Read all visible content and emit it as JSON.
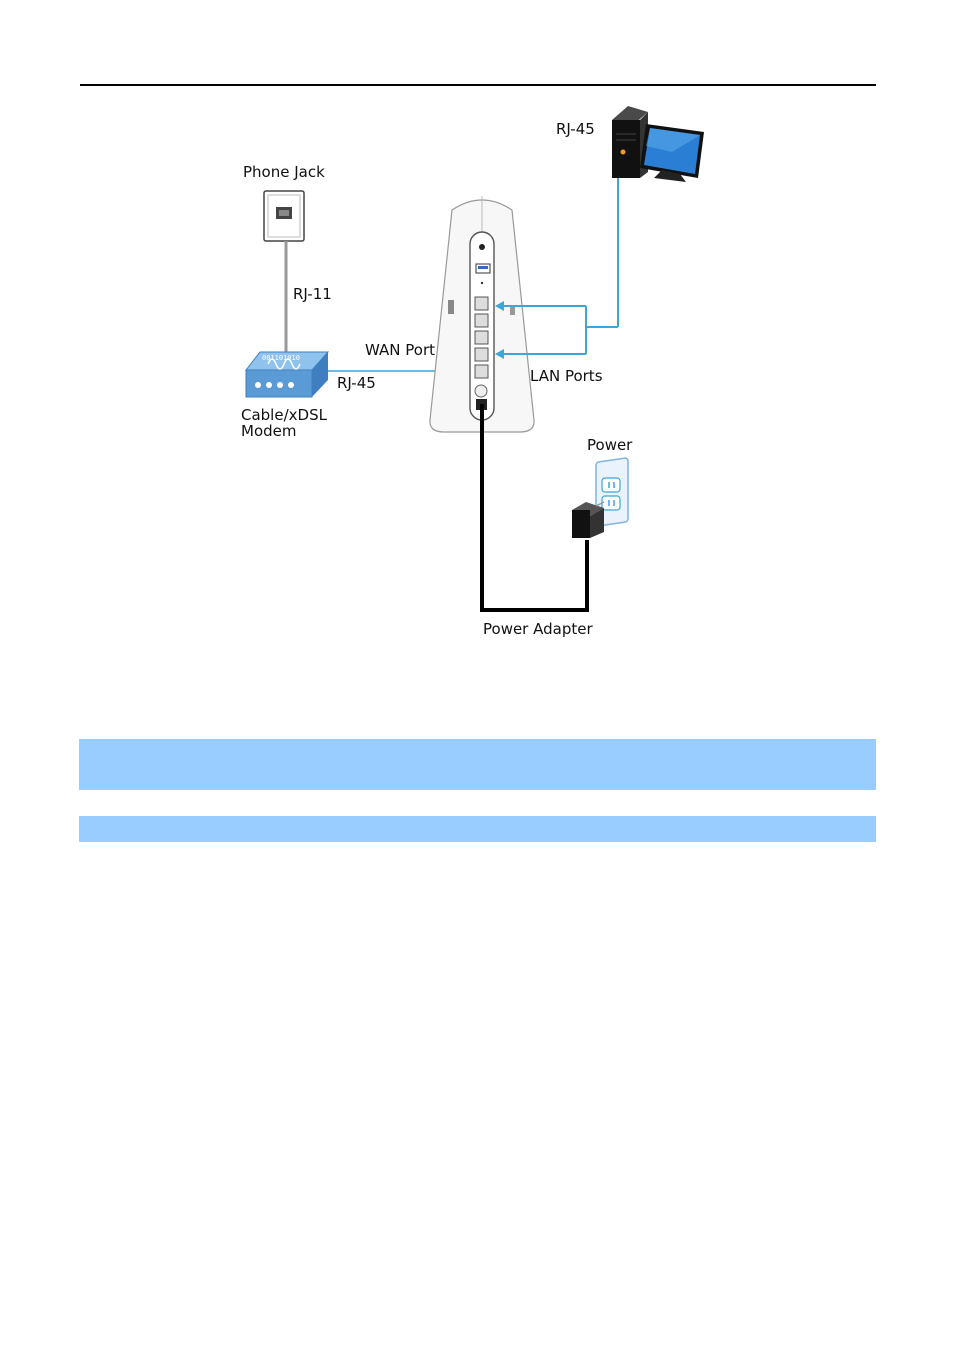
{
  "diagram": {
    "labels": {
      "rj45_pc": "RJ-45",
      "phone_jack": "Phone Jack",
      "rj11": "RJ-11",
      "wan_port": "WAN Port",
      "rj45_modem": "RJ-45",
      "modem_line1": "Cable/xDSL",
      "modem_line2": "Modem",
      "lan_ports": "LAN Ports",
      "power": "Power",
      "power_adapter": "Power Adapter",
      "modem_bits": "001101010"
    },
    "colors": {
      "cable_blue": "#3aa6dc",
      "band_blue": "#99ccff",
      "modem_blue": "#5b9bd5",
      "power_cable": "#000000"
    }
  }
}
